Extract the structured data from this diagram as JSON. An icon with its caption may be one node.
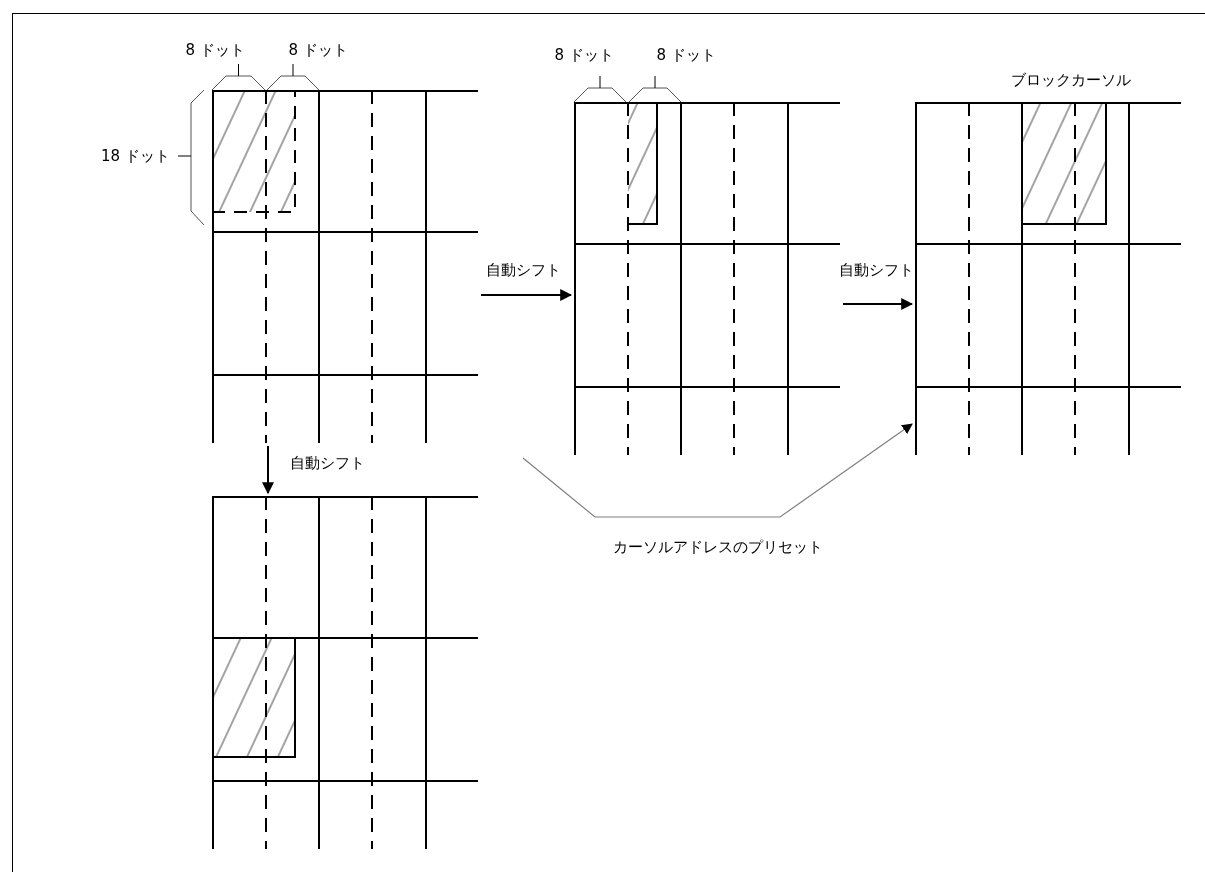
{
  "diagram": {
    "nodes": [
      {
        "text": [],
        "shape": "box"
      },
      {
        "text": [],
        "shape": "box"
      },
      {
        "text": [],
        "shape": "box"
      },
      {
        "text": [],
        "shape": "box"
      }
    ],
    "edges": [
      {
        "from": 0,
        "to": 1,
        "arrow": "to",
        "label": "自動シフト"
      },
      {
        "from": 1,
        "to": 2,
        "arrow": "to",
        "label": "自動シフト"
      },
      {
        "from": 0,
        "to": 3,
        "arrow": "to",
        "label": "自動シフト"
      },
      {
        "from": null,
        "to": 2,
        "arrow": "to",
        "label": "カーソルアドレスのプリセット",
        "color": "#7f7f7f"
      }
    ],
    "labels": [
      "8 ドット",
      "8 ドット",
      "18 ドット",
      "8 ドット",
      "8 ドット",
      "ブロックカーソル"
    ]
  }
}
